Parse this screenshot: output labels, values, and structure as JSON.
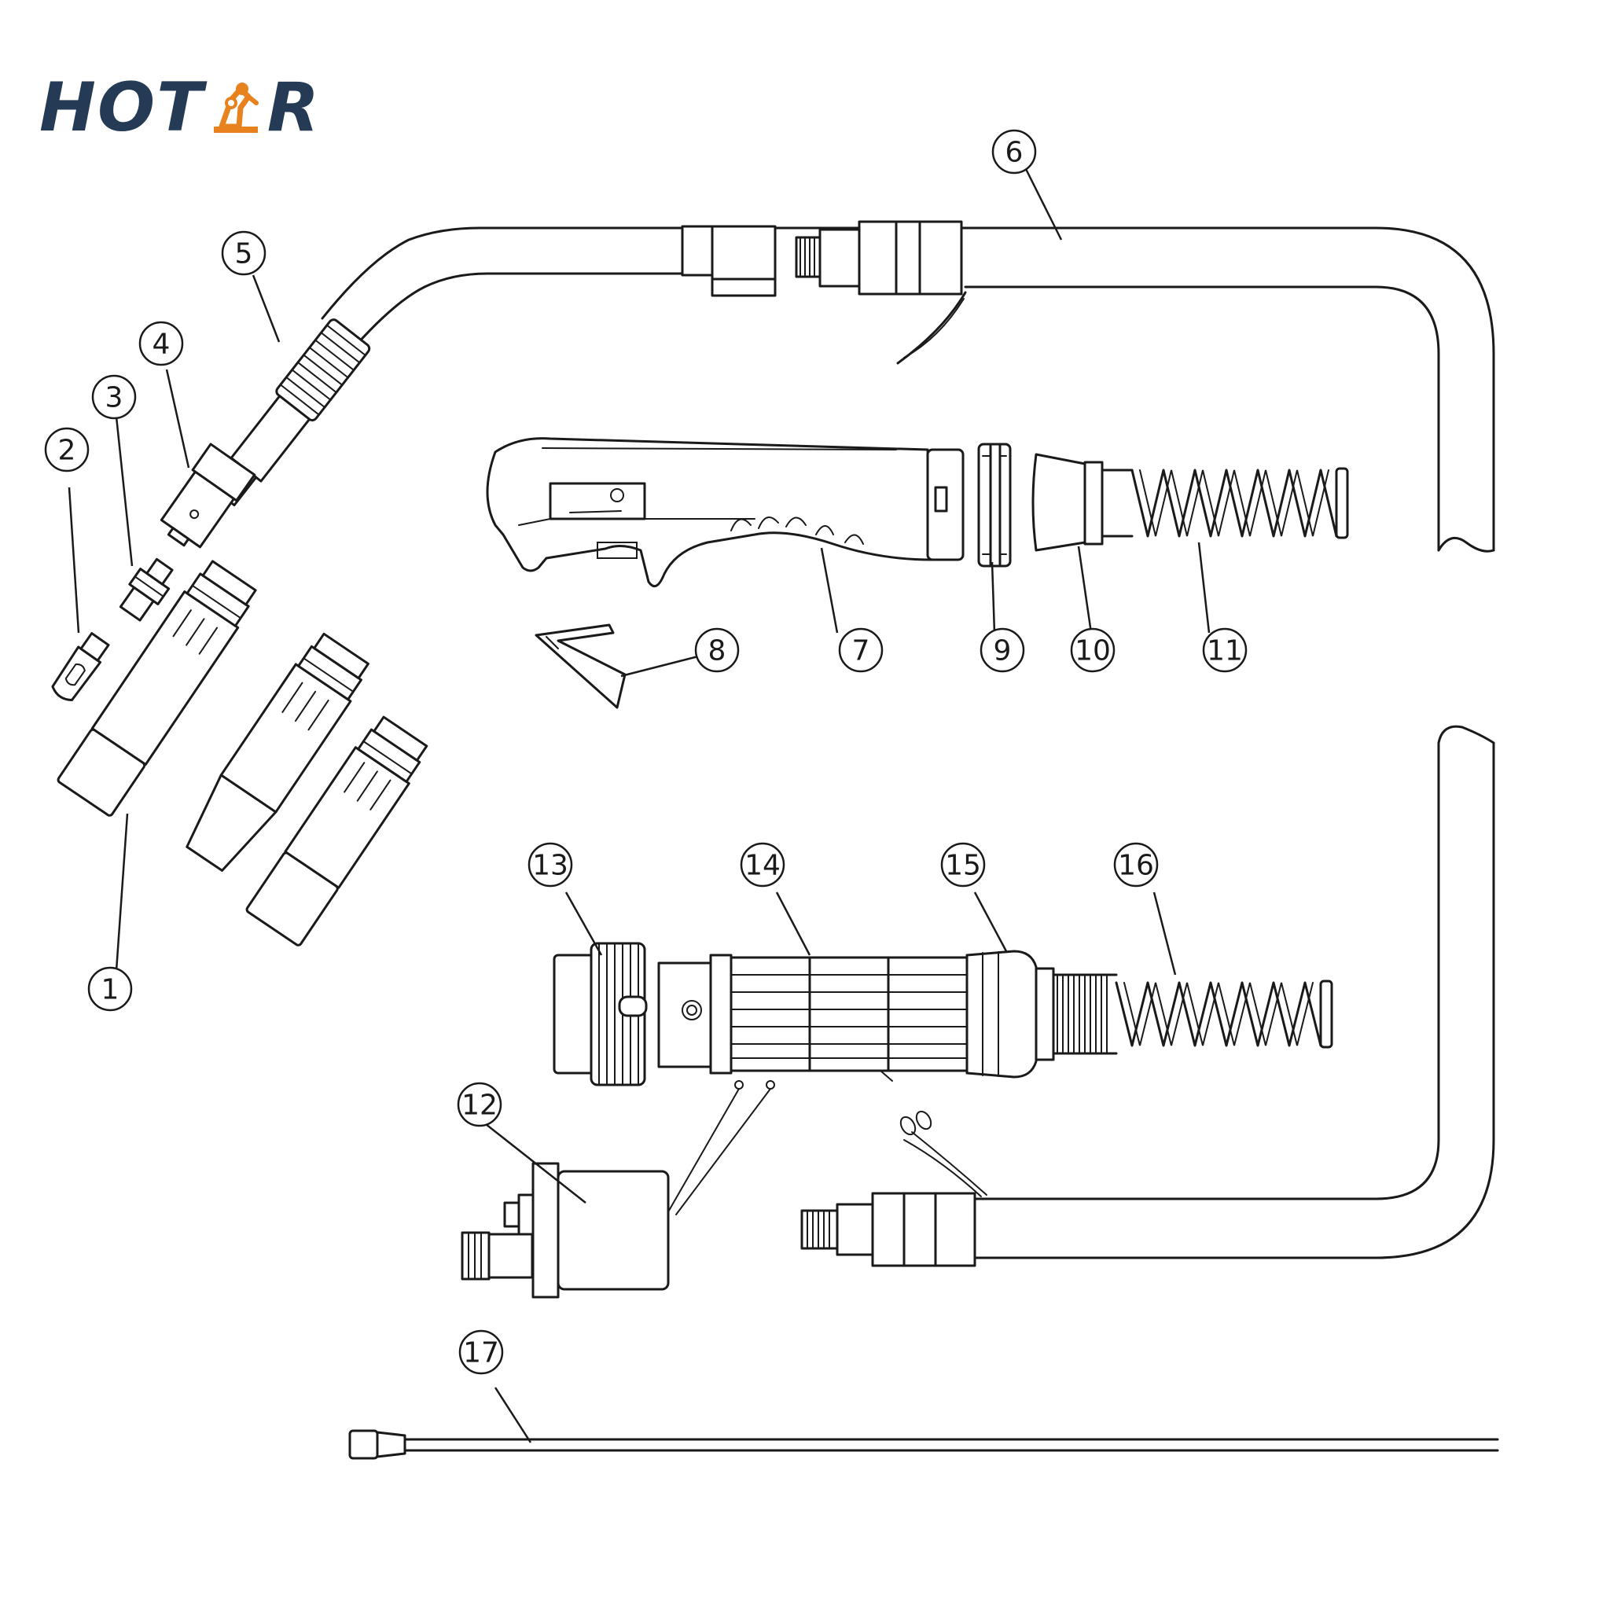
{
  "logo": {
    "text_left": "HOT",
    "text_right": "R",
    "accent_color": "#e8821e",
    "text_color": "#243a55",
    "mark_icon": "robot-arm-icon"
  },
  "callouts": [
    {
      "label": "1",
      "part": "nozzle"
    },
    {
      "label": "2",
      "part": "contact-tip"
    },
    {
      "label": "3",
      "part": "tip-holder"
    },
    {
      "label": "4",
      "part": "gas-diffuser"
    },
    {
      "label": "5",
      "part": "swan-neck"
    },
    {
      "label": "6",
      "part": "cable-assembly"
    },
    {
      "label": "7",
      "part": "handle"
    },
    {
      "label": "8",
      "part": "trigger"
    },
    {
      "label": "9",
      "part": "handle-ring"
    },
    {
      "label": "10",
      "part": "cable-support"
    },
    {
      "label": "11",
      "part": "spring"
    },
    {
      "label": "12",
      "part": "connector"
    },
    {
      "label": "13",
      "part": "locking-nut"
    },
    {
      "label": "14",
      "part": "connector-body"
    },
    {
      "label": "15",
      "part": "rear-cap"
    },
    {
      "label": "16",
      "part": "rear-spring"
    },
    {
      "label": "17",
      "part": "liner"
    }
  ]
}
